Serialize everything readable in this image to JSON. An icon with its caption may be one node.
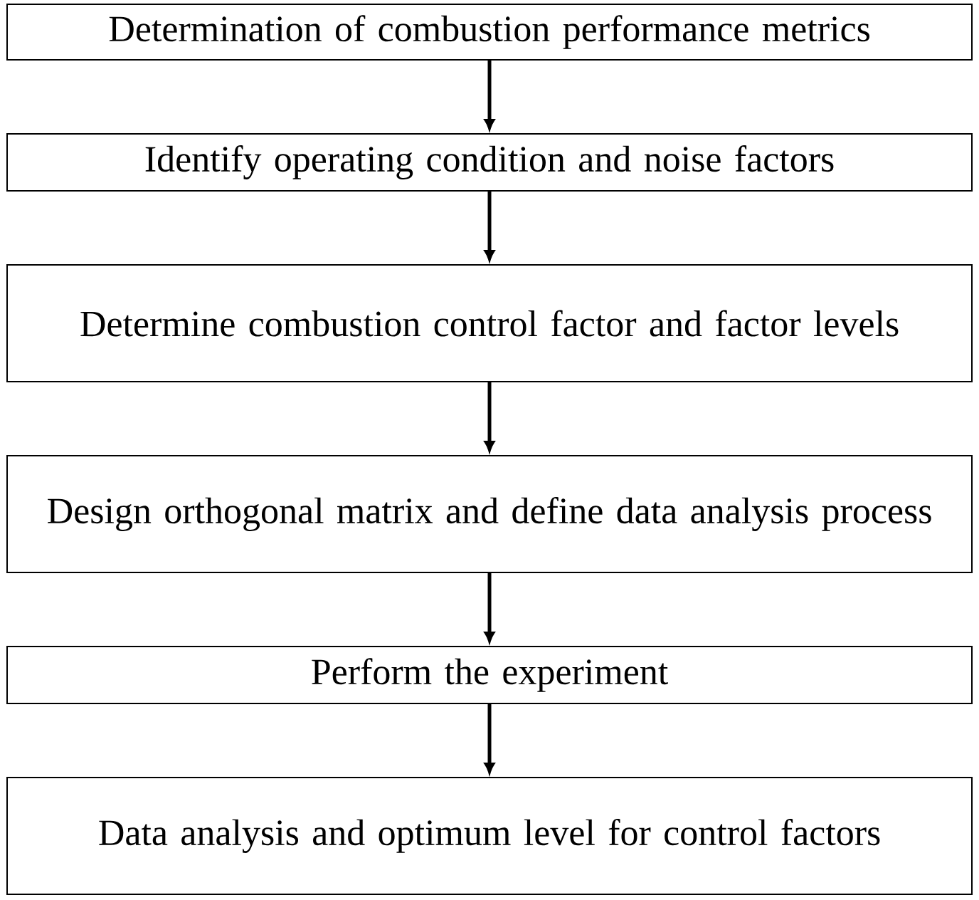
{
  "diagram": {
    "nodes": [
      {
        "text": [
          "Determination of combustion performance metrics"
        ]
      },
      {
        "text": [
          "Identify operating condition and noise factors"
        ]
      },
      {
        "text": [
          "Determine combustion control factor and factor levels"
        ]
      },
      {
        "text": [
          "Design orthogonal matrix and define data analysis process"
        ]
      },
      {
        "text": [
          "Perform the experiment"
        ]
      },
      {
        "text": [
          "Data analysis and optimum level for control factors"
        ]
      }
    ],
    "edges": [
      {
        "from": 0,
        "to": 1,
        "arrow": "to"
      },
      {
        "from": 1,
        "to": 2,
        "arrow": "to"
      },
      {
        "from": 2,
        "to": 3,
        "arrow": "to"
      },
      {
        "from": 3,
        "to": 4,
        "arrow": "to"
      },
      {
        "from": 4,
        "to": 5,
        "arrow": "to"
      }
    ]
  }
}
